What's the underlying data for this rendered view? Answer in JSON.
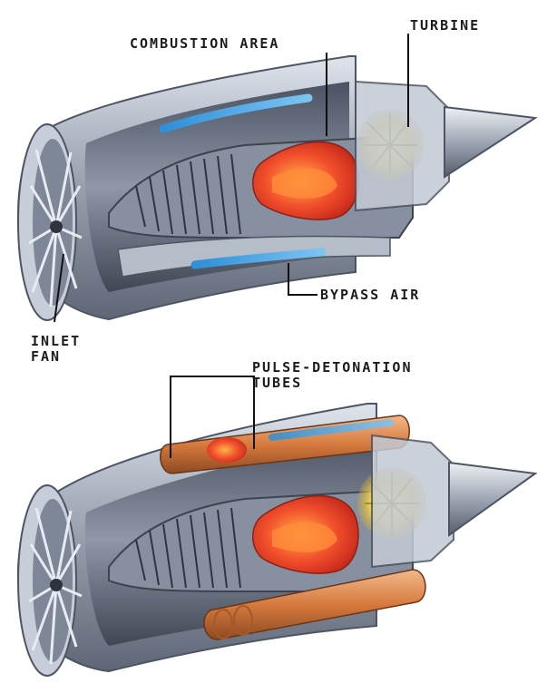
{
  "labels": {
    "combustion_area": "COMBUSTION AREA",
    "turbine": "TURBINE",
    "bypass_air": "BYPASS AIR",
    "inlet_fan_line1": "INLET",
    "inlet_fan_line2": "FAN",
    "pulse_detonation_line1": "PULSE-DETONATION",
    "pulse_detonation_line2": "TUBES"
  },
  "colors": {
    "casing": "#9aa3b3",
    "casing_dark": "#5c6574",
    "combustion": "#f0442a",
    "turbine_glow": "#f4d84a",
    "bypass_flow": "#3fa0e0",
    "tubes": "#d9844a"
  }
}
